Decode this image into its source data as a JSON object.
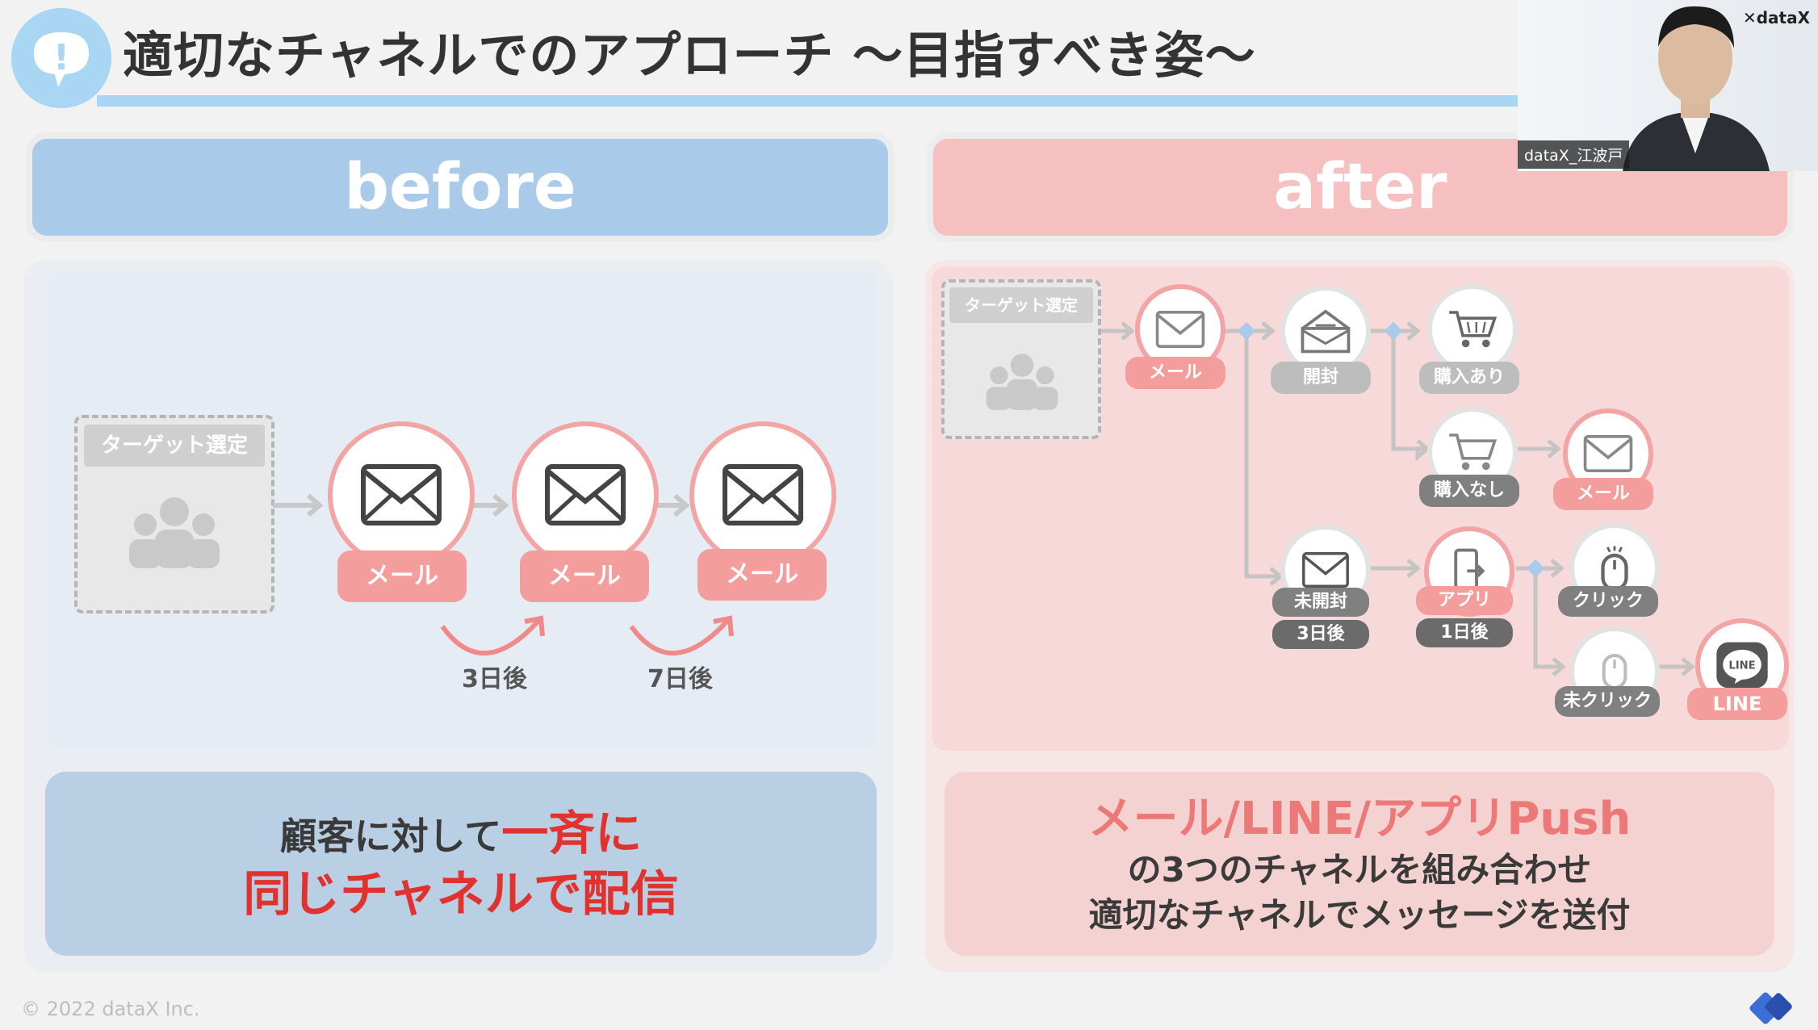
{
  "slide": {
    "title": "適切なチャネルでのアプローチ 〜目指すべき姿〜",
    "copyright": "© 2022 dataX Inc."
  },
  "before": {
    "heading": "before",
    "target_label": "ターゲット選定",
    "steps": [
      "メール",
      "メール",
      "メール"
    ],
    "intervals": [
      "3日後",
      "7日後"
    ],
    "caption_line1_normal": "顧客に対して",
    "caption_line1_highlight": "一斉に",
    "caption_line2": "同じチャネルで配信"
  },
  "after": {
    "heading": "after",
    "target_label": "ターゲット選定",
    "nodes": {
      "mail1": "メール",
      "opened": "開封",
      "purchased": "購入あり",
      "not_purchased": "購入なし",
      "mail2": "メール",
      "unopened": "未開封",
      "unopened_delay": "3日後",
      "app": "アプリ",
      "app_delay": "1日後",
      "click": "クリック",
      "no_click": "未クリック",
      "line": "LINE",
      "line_icon_text": "LINE"
    },
    "caption_line1": "メール/LINE/アプリPush",
    "caption_line2": "の3つのチャネルを組み合わせ",
    "caption_line3": "適切なチャネルでメッセージを送付"
  },
  "webcam": {
    "brand": "dataX",
    "participant_name": "dataX_江波戸"
  },
  "colors": {
    "before_accent": "#a9cbe9",
    "after_accent": "#f6c0c0",
    "highlight_red": "#e0332f",
    "title_accent": "#a9d6f2"
  }
}
